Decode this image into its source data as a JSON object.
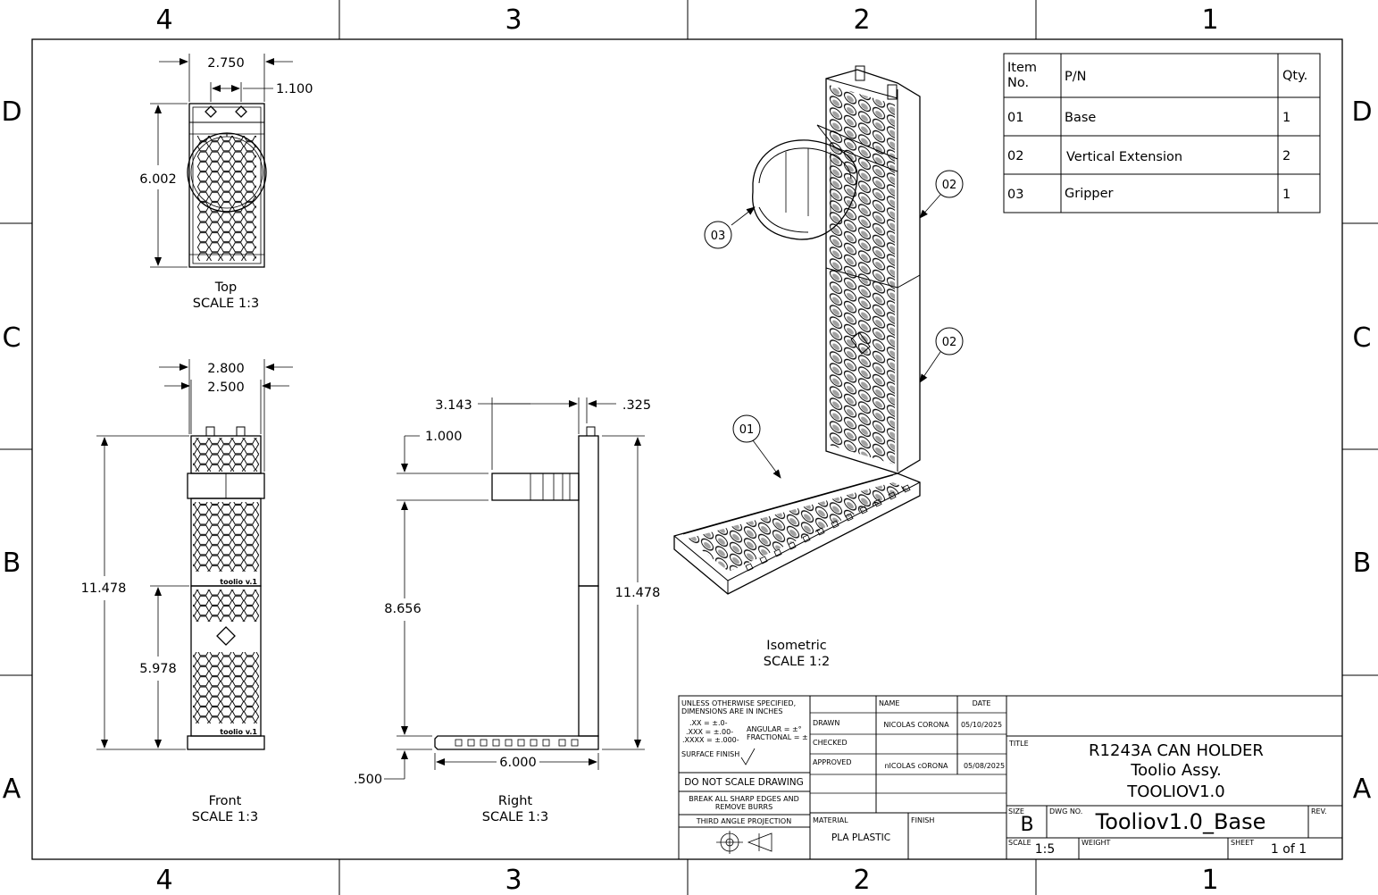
{
  "sheet": {
    "zones_top": [
      "4",
      "3",
      "2",
      "1"
    ],
    "zones_bottom": [
      "4",
      "3",
      "2",
      "1"
    ],
    "zones_left": [
      "D",
      "C",
      "B",
      "A"
    ],
    "zones_right": [
      "D",
      "C",
      "B",
      "A"
    ]
  },
  "views": {
    "top": {
      "name": "Top",
      "scale": "SCALE 1:3",
      "dims": [
        "2.750",
        "1.100",
        "6.002"
      ]
    },
    "front": {
      "name": "Front",
      "scale": "SCALE 1:3",
      "dims": [
        "2.800",
        "2.500",
        "11.478",
        "5.978"
      ],
      "logo_text": "toolio v.1"
    },
    "right": {
      "name": "Right",
      "scale": "SCALE 1:3",
      "dims": [
        "3.143",
        ".325",
        "1.000",
        "8.656",
        "11.478",
        "6.000",
        ".500"
      ]
    },
    "isometric": {
      "name": "Isometric",
      "scale": "SCALE 1:2",
      "balloons": [
        "03",
        "02",
        "02",
        "01"
      ]
    }
  },
  "bom": {
    "headers": [
      "Item No.",
      "P/N",
      "Qty."
    ],
    "rows": [
      [
        "01",
        "Base",
        "1"
      ],
      [
        "02",
        "Vertical Extension",
        "2"
      ],
      [
        "03",
        "Gripper",
        "1"
      ]
    ]
  },
  "title_block": {
    "notes": [
      "UNLESS OTHERWISE SPECIFIED,",
      "DIMENSIONS ARE IN INCHES",
      ".XX = ±.0-",
      ".XXX = ±.00-",
      ".XXXX = ±.000-",
      "ANGULAR = ±°",
      "FRACTIONAL = ±",
      "SURFACE FINISH"
    ],
    "do_not_scale": "DO NOT SCALE DRAWING",
    "burrs": [
      "BREAK ALL SHARP EDGES AND",
      "REMOVE BURRS"
    ],
    "projection": "THIRD ANGLE PROJECTION",
    "name_header": "NAME",
    "date_header": "DATE",
    "drawn_label": "DRAWN",
    "drawn_name": "NICOLAS CORONA",
    "drawn_date": "05/10/2025",
    "checked_label": "CHECKED",
    "approved_label": "APPROVED",
    "approved_name": "nICOLAS cORONA",
    "approved_date": "05/08/2025",
    "material_label": "MATERIAL",
    "material": "PLA PLASTIC",
    "finish_label": "FINISH",
    "title_label": "TITLE",
    "title_lines": [
      "R1243A CAN HOLDER",
      "Toolio Assy.",
      "TOOLIOV1.0"
    ],
    "size_label": "SIZE",
    "size": "B",
    "dwg_label": "DWG NO.",
    "dwg_no": "Tooliov1.0_Base",
    "rev_label": "REV.",
    "scale_label": "SCALE",
    "scale": "1:5",
    "weight_label": "WEIGHT",
    "sheet_label": "SHEET",
    "sheet": "1 of 1"
  }
}
